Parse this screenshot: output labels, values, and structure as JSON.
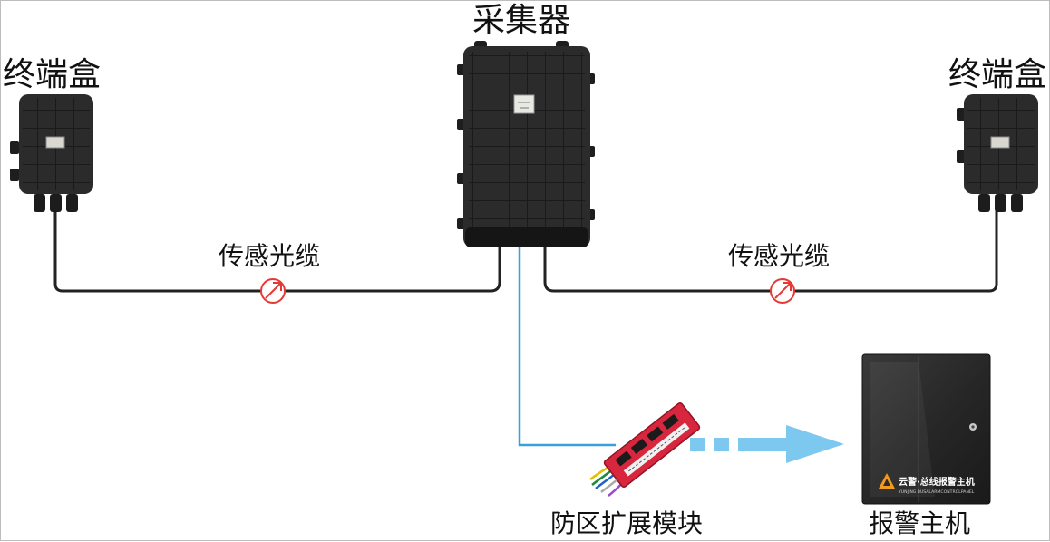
{
  "labels": {
    "collector": "采集器",
    "terminal_left": "终端盒",
    "terminal_right": "终端盒",
    "cable_left": "传感光缆",
    "cable_right": "传感光缆",
    "module": "防区扩展模块",
    "host": "报警主机"
  },
  "host_panel": {
    "brand_text": "云警·总线报警主机",
    "brand_sub": "YUNJING BUSALARMCONTROLPANEL"
  },
  "colors": {
    "cable": "#222222",
    "signal_line": "#3aa0d8",
    "arrow": "#7cc8ee",
    "device": "#2b2b2b",
    "sensor_mark": "#e53935",
    "module_board": "#d7263d",
    "logo_orange": "#f29a1f"
  }
}
